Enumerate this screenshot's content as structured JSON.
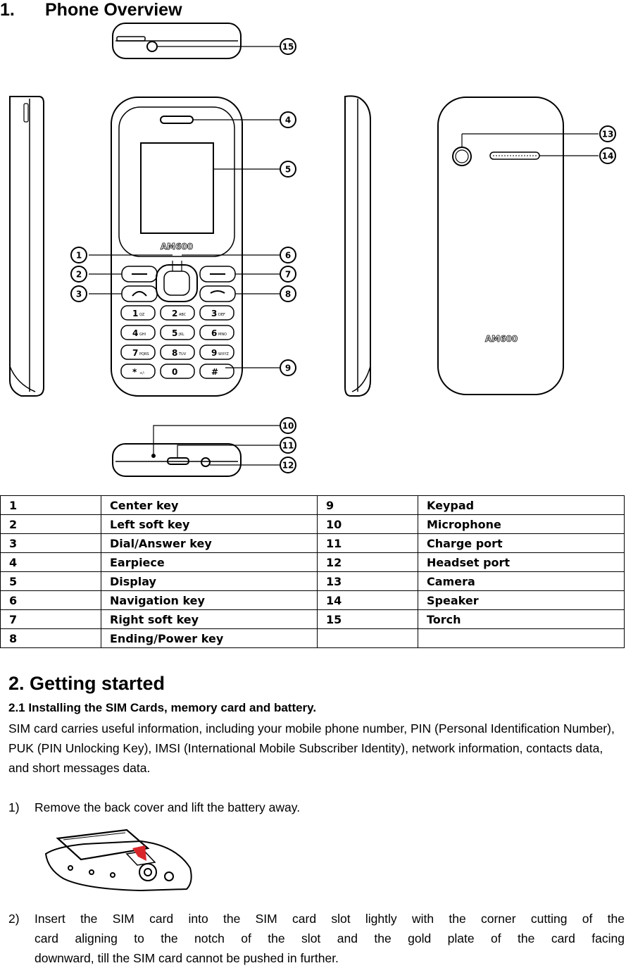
{
  "section1": {
    "number": "1.",
    "title": "Phone Overview"
  },
  "diagram": {
    "brand": "AM600",
    "callouts": [
      "1",
      "2",
      "3",
      "4",
      "5",
      "6",
      "7",
      "8",
      "9",
      "10",
      "11",
      "12",
      "13",
      "14",
      "15"
    ],
    "keys": [
      {
        "d": "1",
        "s": "QZ"
      },
      {
        "d": "2",
        "s": "ABC"
      },
      {
        "d": "3",
        "s": "DEF"
      },
      {
        "d": "4",
        "s": "GHI"
      },
      {
        "d": "5",
        "s": "JKL"
      },
      {
        "d": "6",
        "s": "MNO"
      },
      {
        "d": "7",
        "s": "PQRS"
      },
      {
        "d": "8",
        "s": "TUV"
      },
      {
        "d": "9",
        "s": "WXYZ"
      },
      {
        "d": "*",
        "s": "+/-"
      },
      {
        "d": "0",
        "s": ""
      },
      {
        "d": "#",
        "s": ""
      }
    ]
  },
  "parts_table": {
    "rows": [
      [
        "1",
        "Center key",
        "9",
        "Keypad"
      ],
      [
        "2",
        "Left soft key",
        "10",
        "Microphone"
      ],
      [
        "3",
        "Dial/Answer key",
        "11",
        "Charge port"
      ],
      [
        "4",
        "Earpiece",
        "12",
        "Headset port"
      ],
      [
        "5",
        "Display",
        "13",
        "Camera"
      ],
      [
        "6",
        "Navigation key",
        "14",
        "Speaker"
      ],
      [
        "7",
        "Right soft key",
        "15",
        "Torch"
      ],
      [
        "8",
        "Ending/Power key",
        "",
        ""
      ]
    ]
  },
  "section2": {
    "title": "2. Getting started",
    "subtitle": "2.1 Installing the SIM Cards, memory card and battery.",
    "paragraph": "SIM card carries useful information, including your mobile phone number, PIN (Personal Identification Number), PUK (PIN Unlocking Key), IMSI (International Mobile Subscriber Identity), network information, contacts data, and short messages data.",
    "step1_num": "1)",
    "step1_text": "Remove the back cover and lift the battery away.",
    "step2_num": "2)",
    "step2_line1": "Insert the SIM card into the SIM card slot lightly with the corner cutting of the",
    "step2_line2": "card aligning to the notch of the slot and the gold plate of the card facing",
    "step2_line3": "downward, till the SIM card cannot be pushed in further."
  }
}
